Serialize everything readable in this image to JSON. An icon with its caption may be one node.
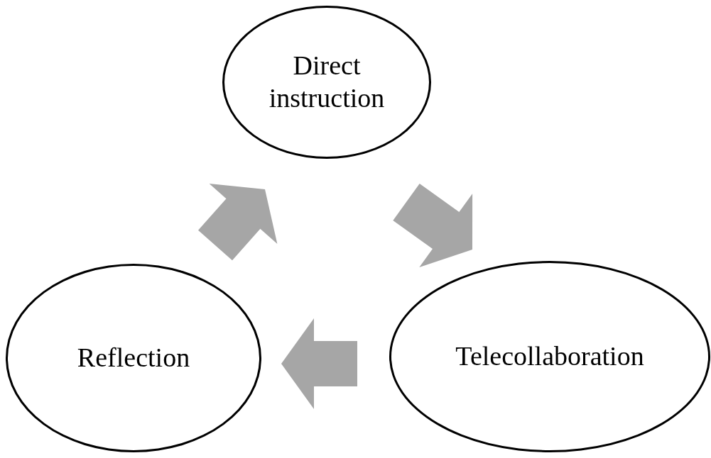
{
  "diagram": {
    "nodes": [
      {
        "text": [
          "Direct instruction"
        ]
      },
      {
        "text": [
          "Telecollaboration"
        ]
      },
      {
        "text": [
          "Reflection"
        ]
      }
    ],
    "edges": [
      {
        "from": 0,
        "to": 1,
        "arrow": "to"
      },
      {
        "from": 1,
        "to": 2,
        "arrow": "to"
      },
      {
        "from": 2,
        "to": 0,
        "arrow": "to"
      }
    ]
  }
}
